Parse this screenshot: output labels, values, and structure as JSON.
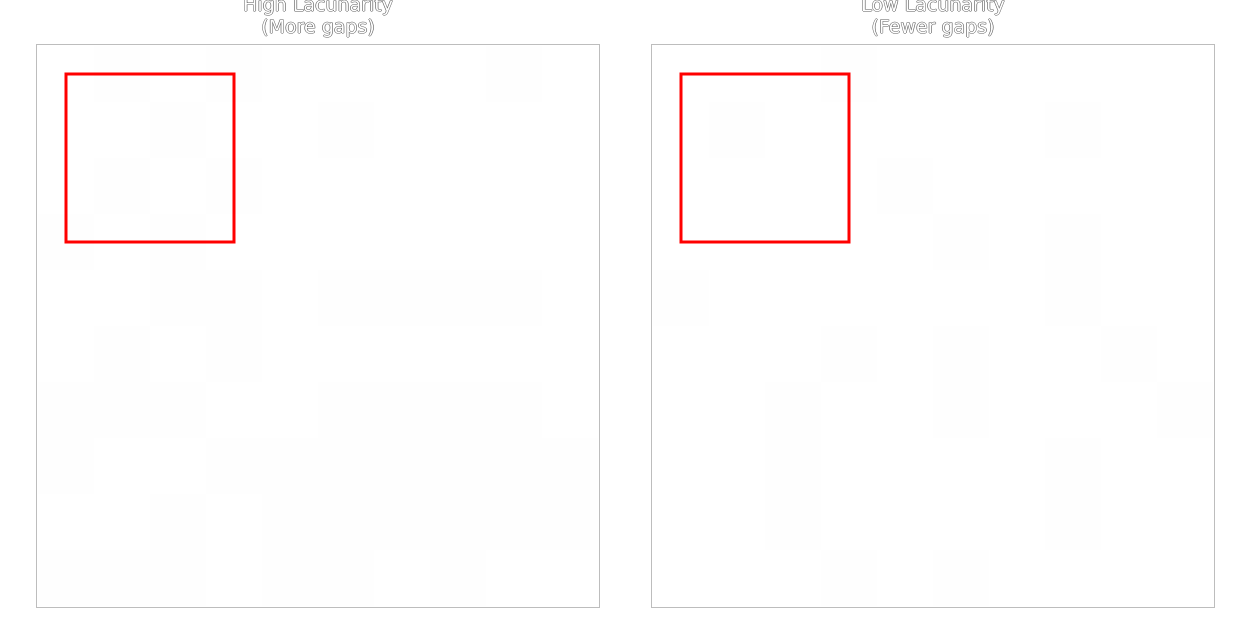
{
  "colors": {
    "background": "#ffffff",
    "frame": "#bdbdbd",
    "cell_fill": "#fefefe",
    "box_stroke": "#ff0000",
    "box_overlap": "#c00000"
  },
  "panels": [
    {
      "title_line1": "High Lacunarity",
      "title_line2": "(More gaps)",
      "grid_size": 10,
      "filled_cells": [
        [
          0,
          1
        ],
        [
          0,
          3
        ],
        [
          0,
          8
        ],
        [
          1,
          2
        ],
        [
          1,
          5
        ],
        [
          2,
          1
        ],
        [
          2,
          3
        ],
        [
          3,
          0
        ],
        [
          3,
          2
        ],
        [
          4,
          2
        ],
        [
          4,
          3
        ],
        [
          4,
          5
        ],
        [
          4,
          6
        ],
        [
          4,
          7
        ],
        [
          4,
          8
        ],
        [
          5,
          1
        ],
        [
          5,
          3
        ],
        [
          6,
          0
        ],
        [
          6,
          1
        ],
        [
          6,
          2
        ],
        [
          6,
          5
        ],
        [
          6,
          6
        ],
        [
          6,
          7
        ],
        [
          6,
          8
        ],
        [
          7,
          0
        ],
        [
          7,
          3
        ],
        [
          7,
          4
        ],
        [
          7,
          5
        ],
        [
          7,
          6
        ],
        [
          7,
          7
        ],
        [
          7,
          8
        ],
        [
          7,
          9
        ],
        [
          8,
          2
        ],
        [
          8,
          4
        ],
        [
          8,
          5
        ],
        [
          8,
          6
        ],
        [
          8,
          7
        ],
        [
          8,
          8
        ],
        [
          8,
          9
        ],
        [
          9,
          0
        ],
        [
          9,
          1
        ],
        [
          9,
          2
        ],
        [
          9,
          4
        ],
        [
          9,
          5
        ],
        [
          9,
          7
        ]
      ],
      "box": {
        "start_row": 0,
        "start_col": 0,
        "size_cells": 3
      }
    },
    {
      "title_line1": "Low Lacunarity",
      "title_line2": "(Fewer gaps)",
      "grid_size": 10,
      "filled_cells": [
        [
          0,
          3
        ],
        [
          1,
          1
        ],
        [
          1,
          7
        ],
        [
          2,
          4
        ],
        [
          3,
          5
        ],
        [
          3,
          7
        ],
        [
          4,
          0
        ],
        [
          4,
          7
        ],
        [
          5,
          3
        ],
        [
          5,
          5
        ],
        [
          5,
          8
        ],
        [
          6,
          2
        ],
        [
          6,
          5
        ],
        [
          6,
          9
        ],
        [
          7,
          2
        ],
        [
          7,
          7
        ],
        [
          8,
          2
        ],
        [
          8,
          7
        ],
        [
          9,
          3
        ],
        [
          9,
          5
        ]
      ],
      "box": {
        "start_row": 0,
        "start_col": 0,
        "size_cells": 3
      }
    }
  ]
}
